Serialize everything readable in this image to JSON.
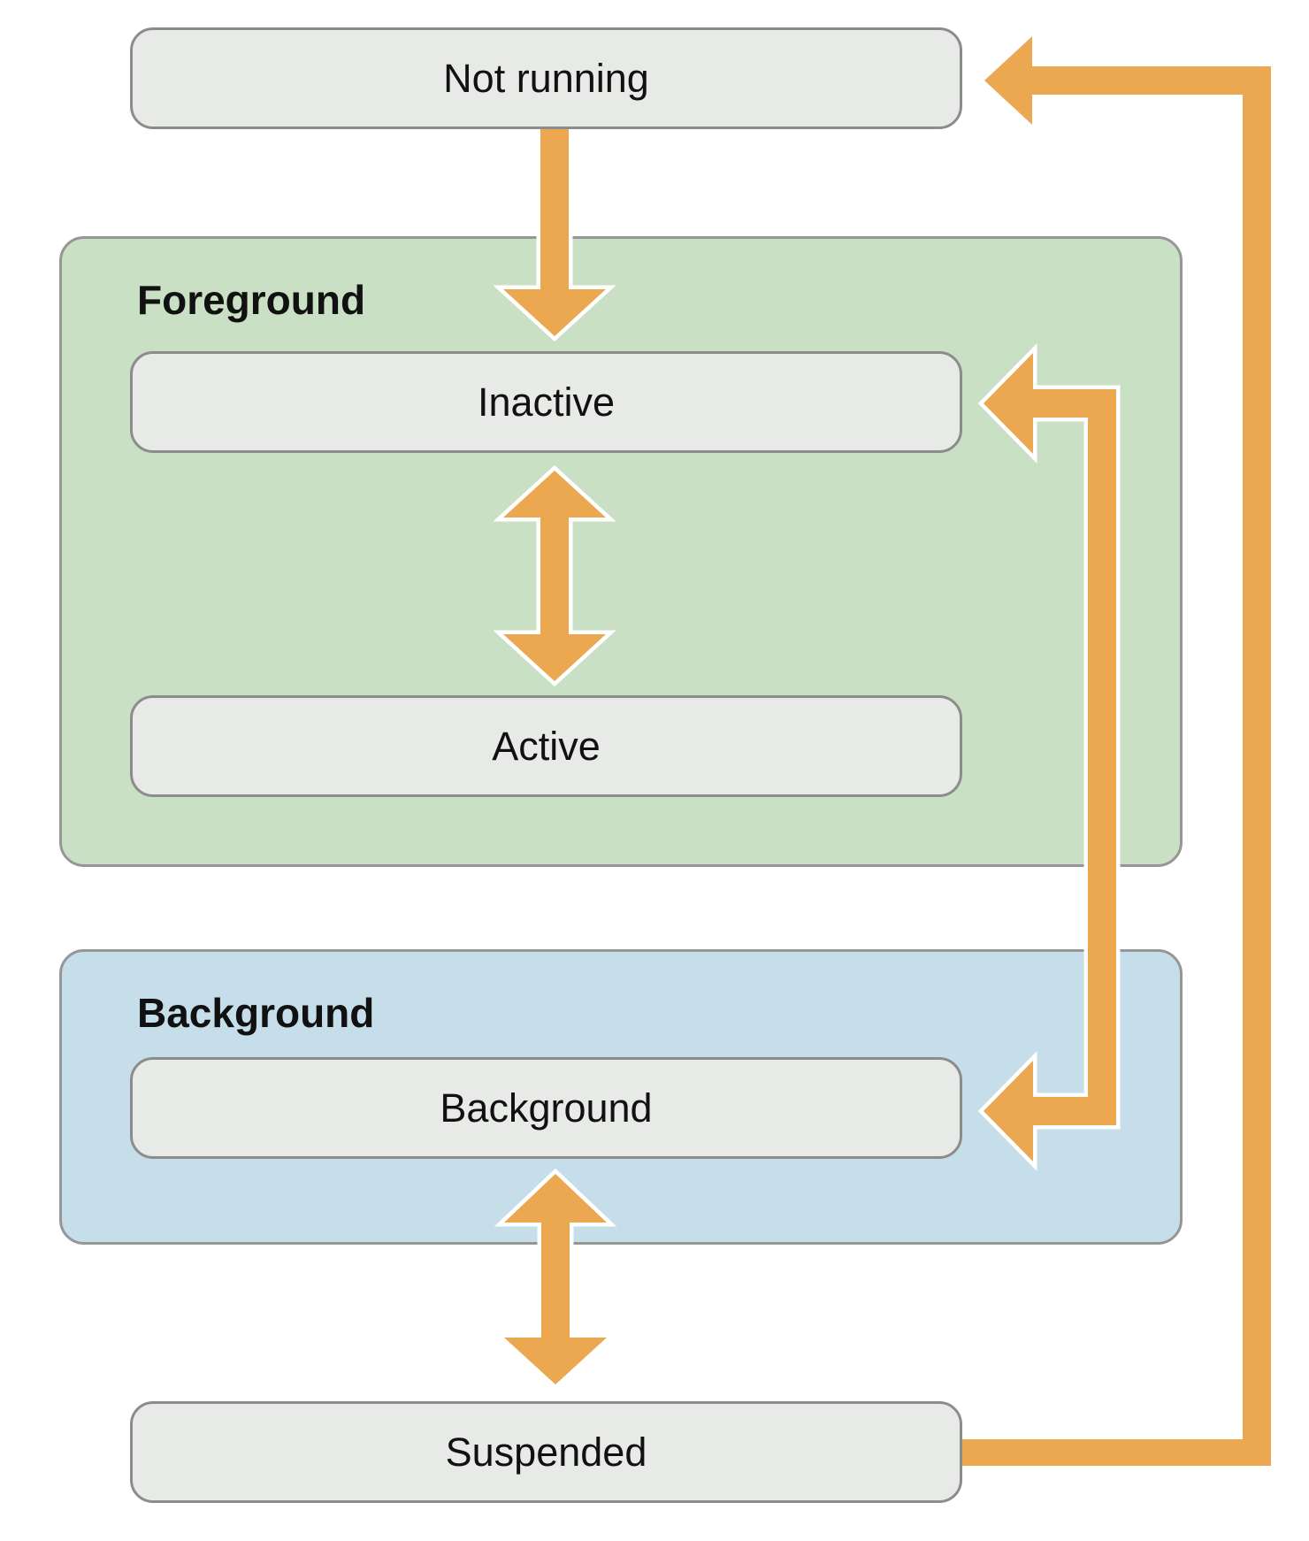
{
  "nodes": {
    "not_running": {
      "label": "Not running"
    },
    "inactive": {
      "label": "Inactive"
    },
    "active": {
      "label": "Active"
    },
    "background": {
      "label": "Background"
    },
    "suspended": {
      "label": "Suspended"
    }
  },
  "groups": {
    "foreground": {
      "label": "Foreground",
      "contains": [
        "Inactive",
        "Active"
      ]
    },
    "background": {
      "label": "Background",
      "contains": [
        "Background"
      ]
    }
  },
  "connectors": [
    {
      "from": "Not running",
      "to": "Inactive",
      "heads": [
        "to"
      ],
      "route": "straight-down"
    },
    {
      "from": "Inactive",
      "to": "Active",
      "heads": [
        "from",
        "to"
      ],
      "route": "straight-vertical"
    },
    {
      "from": "Inactive",
      "to": "Background",
      "heads": [
        "from",
        "to"
      ],
      "route": "right-inner-track"
    },
    {
      "from": "Background",
      "to": "Suspended",
      "heads": [
        "from",
        "to"
      ],
      "route": "straight-vertical"
    },
    {
      "from": "Suspended",
      "to": "Not running",
      "heads": [
        "to"
      ],
      "route": "right-outer-track"
    }
  ],
  "colors": {
    "foreground_fill": "#cae0c4",
    "background_fill": "#c6dee9",
    "node_fill": "#e8eae7",
    "node_border": "#8c8c8c",
    "group_border": "#969696",
    "arrow": "#eba850",
    "arrow_outline": "#ffffff",
    "text": "#111111"
  }
}
